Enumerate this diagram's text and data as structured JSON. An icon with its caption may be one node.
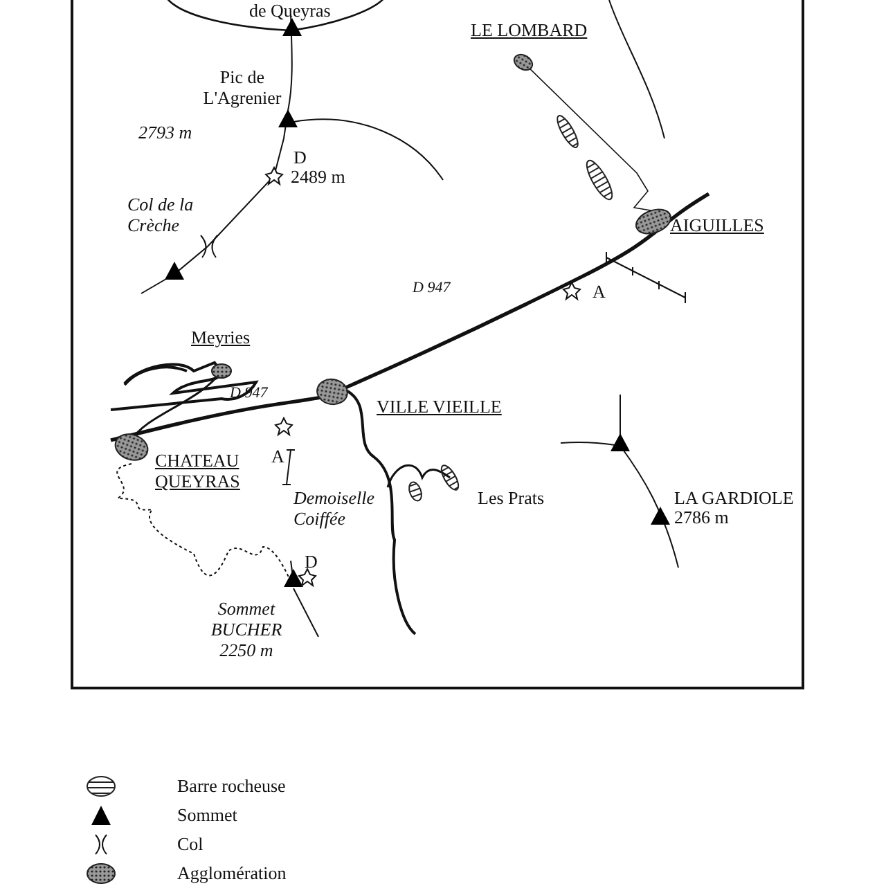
{
  "diagram": {
    "labels": [
      "de Queyras",
      "LE LOMBARD",
      "Pic de L'Agrenier",
      "2793 m",
      "D",
      "2489 m",
      "Col de la Crèche",
      "AIGUILLES",
      "D 947",
      "A",
      "Meyries",
      "D 947",
      "VILLE VIEILLE",
      "CHATEAU QUEYRAS",
      "A",
      "Demoiselle Coiffée",
      "Les Prats",
      "LA GARDIOLE",
      "2786 m",
      "D",
      "Sommet BUCHER 2250 m"
    ],
    "legend": [
      {
        "text": "Barre rocheuse"
      },
      {
        "text": "Sommet"
      },
      {
        "text": "Col"
      },
      {
        "text": "Agglomération"
      }
    ]
  }
}
